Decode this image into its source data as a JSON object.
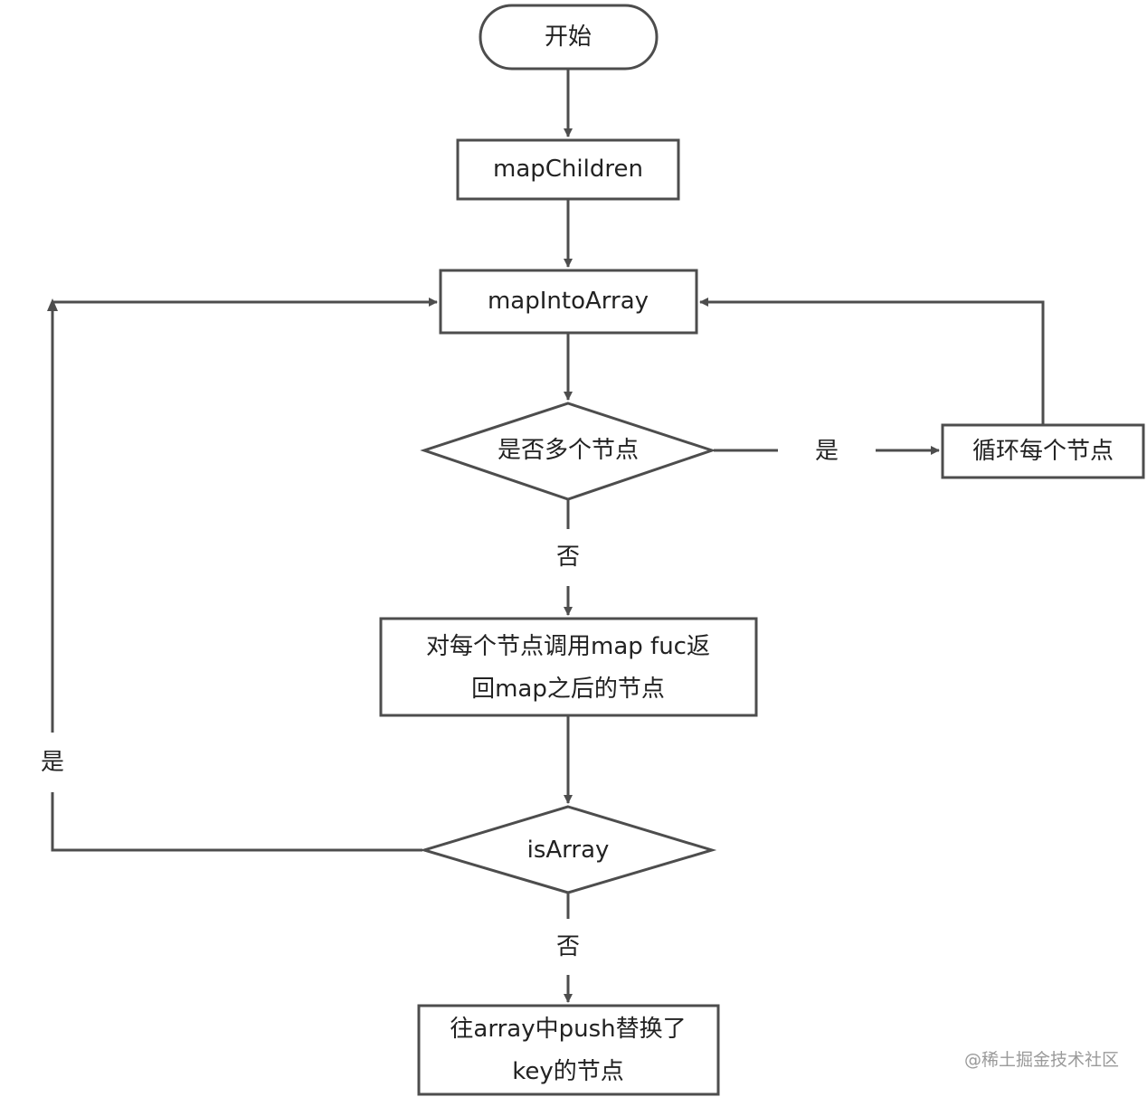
{
  "diagram": {
    "nodes": {
      "start": "开始",
      "map_children": "mapChildren",
      "map_into_array": "mapIntoArray",
      "multi_nodes_decision": "是否多个节点",
      "loop_each_node": "循环每个节点",
      "call_map_fn_line1": "对每个节点调用map fuc返",
      "call_map_fn_line2": "回map之后的节点",
      "is_array_decision": "isArray",
      "push_replaced_line1": "往array中push替换了",
      "push_replaced_line2": "key的节点"
    },
    "edge_labels": {
      "multi_yes": "是",
      "multi_no": "否",
      "is_array_yes": "是",
      "is_array_no": "否"
    }
  },
  "watermark": "@稀土掘金技术社区",
  "colors": {
    "stroke": "#4d4d4d",
    "text": "#222222",
    "watermark": "#9a9a9a"
  }
}
